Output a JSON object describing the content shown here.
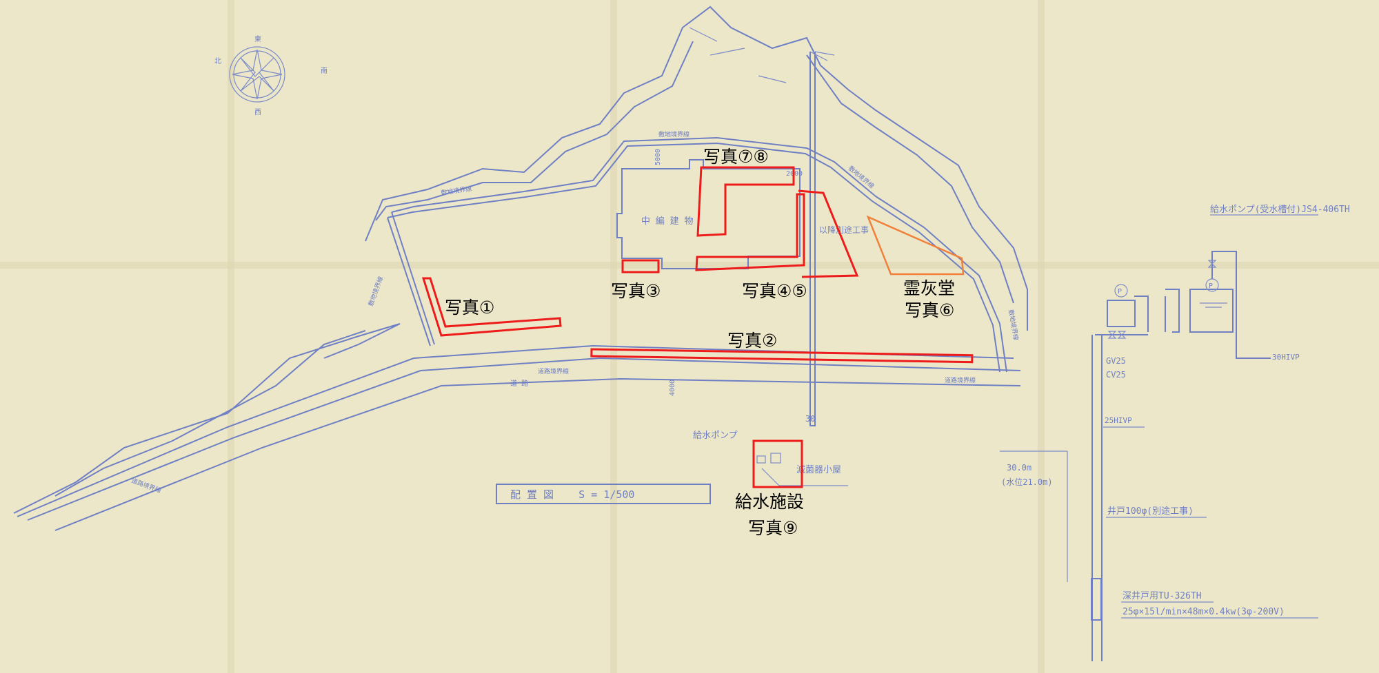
{
  "compass": {
    "north": "東",
    "south": "西",
    "west": "北",
    "east": "南"
  },
  "boundary_labels": [
    "敷地境界線",
    "敷地境界線",
    "敷地境界線",
    "敷地境界線",
    "敷地境界線",
    "道路境界線",
    "道路境界線",
    "道路境界線"
  ],
  "road_label": "道 路",
  "dim_labels": {
    "d5000": "5000",
    "d2000": "2000",
    "d4000": "4000",
    "pipe30": "30"
  },
  "building_label": "中 編 建 物",
  "separate_work": "以降別途工事",
  "pump_note": "給水ポンプ",
  "shed_note": "滅菌器小屋",
  "title_block": "配 置 図    S = 1/500",
  "photo_labels": {
    "p1": "写真①",
    "p2": "写真②",
    "p3": "写真③",
    "p45": "写真④⑤",
    "p78": "写真⑦⑧",
    "reikaido": "霊灰堂",
    "p6": "写真⑥",
    "kyusui": "給水施設",
    "p9": "写真⑨"
  },
  "equipment": {
    "pump_spec": "給水ポンプ(受水槽付)JS4-406TH",
    "gv": "GV25",
    "cv": "CV25",
    "hivp_top": "30HIVP",
    "hivp_mid": "25HIVP",
    "depth": "30.0m",
    "water_level": "(水位21.0m)",
    "well": "井戸100φ(別途工事)",
    "deep_pump": "深井戸用TU-326TH",
    "deep_pump_spec": "25φ×15l/min×48m×0.4kw(3φ-200V)"
  },
  "colors": {
    "paper": "#ece7c9",
    "blueprint": "#6f7fc4",
    "highlight": "#ee1b1b",
    "orange": "#f0803a"
  }
}
